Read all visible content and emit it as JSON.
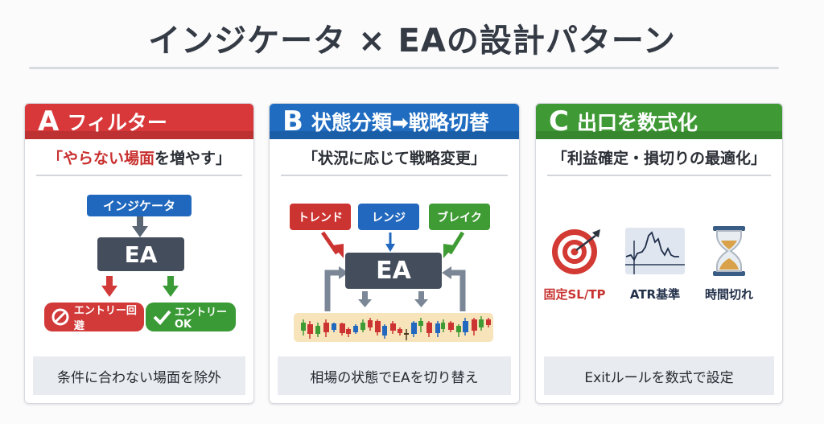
{
  "header": {
    "title": "インジケータ × EAの設計パターン"
  },
  "panels": {
    "a": {
      "letter": "A",
      "title": "フィルター",
      "subtitle_open": "「",
      "subtitle_highlight": "やらない場面",
      "subtitle_rest": "を増やす」",
      "accent": "#d8383a",
      "diagram": {
        "indicator_label": "インジケータ",
        "ea_label": "EA",
        "reject_label": "エントリー回避",
        "accept_label": "エントリーOK",
        "reject_icon": "prohibited-icon",
        "accept_icon": "checkmark-icon"
      },
      "footer": "条件に合わない場面を除外"
    },
    "b": {
      "letter": "B",
      "title": "状態分類➡戦略切替",
      "subtitle": "「状況に応じて戦略変更」",
      "accent": "#1f6cc0",
      "diagram": {
        "states": [
          "トレンド",
          "レンジ",
          "ブレイク"
        ],
        "ea_label": "EA",
        "chart_icon": "candlestick-chart-icon"
      },
      "footer": "相場の状態でEAを切り替え"
    },
    "c": {
      "letter": "C",
      "title": "出口を数式化",
      "subtitle": "「利益確定・損切りの最適化」",
      "accent": "#3f9a36",
      "methods": [
        {
          "label": "固定SL/TP",
          "icon": "target-icon"
        },
        {
          "label": "ATR基準",
          "icon": "volatility-chart-icon"
        },
        {
          "label": "時間切れ",
          "icon": "hourglass-icon"
        }
      ],
      "footer": "Exitルールを数式で設定"
    }
  }
}
